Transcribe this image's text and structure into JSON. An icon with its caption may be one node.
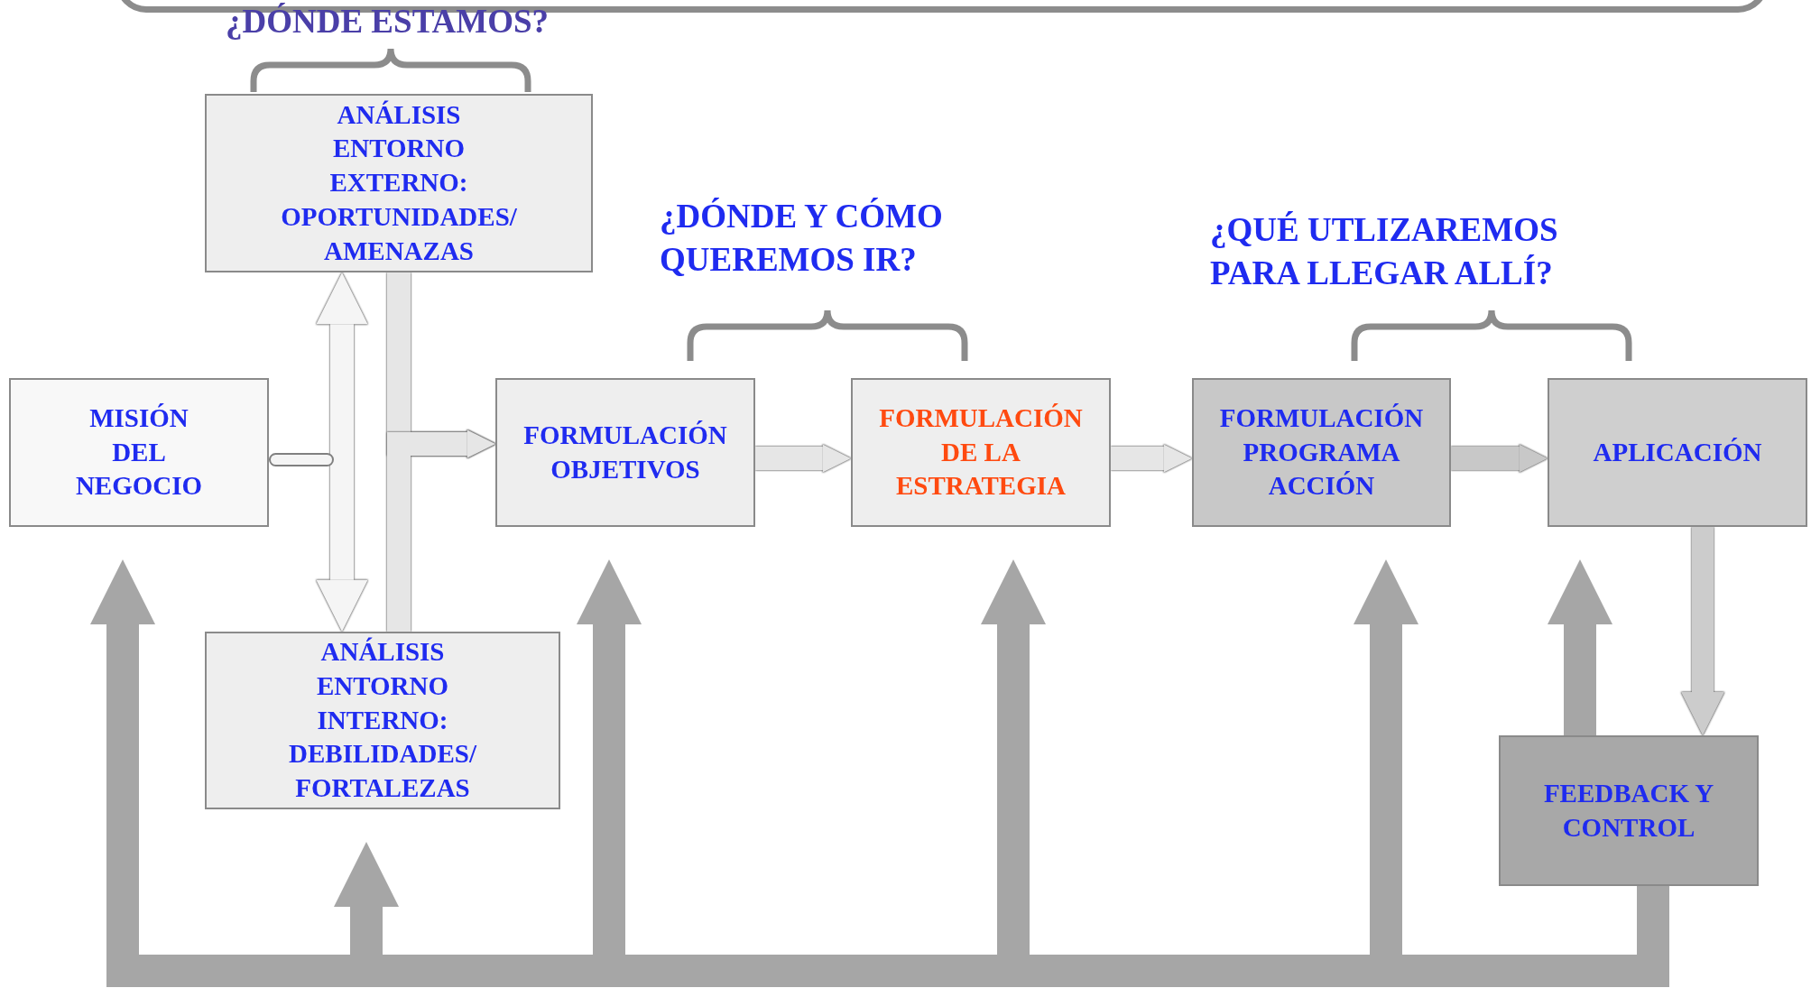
{
  "diagram": {
    "nodes": [
      {
        "text": [
          "MISIÓN DEL NEGOCIO"
        ]
      },
      {
        "text": [
          "ANÁLISIS ENTORNO EXTERNO: OPORTUNIDADES/ AMENAZAS"
        ]
      },
      {
        "text": [
          "ANÁLISIS ENTORNO INTERNO: DEBILIDADES/ FORTALEZAS"
        ]
      },
      {
        "text": [
          "FORMULACIÓN OBJETIVOS"
        ]
      },
      {
        "text": [
          "FORMULACIÓN DE LA ESTRATEGIA"
        ]
      },
      {
        "text": [
          "FORMULACIÓN PROGRAMA ACCIÓN"
        ]
      },
      {
        "text": [
          "APLICACIÓN"
        ]
      },
      {
        "text": [
          "FEEDBACK Y CONTROL"
        ]
      },
      {
        "text": [],
        "shape": "bar"
      }
    ],
    "edges": [
      {
        "from": 1,
        "to": 2,
        "arrow": "both",
        "color": "#f5f5f5"
      },
      {
        "from": 1,
        "to": 3,
        "arrow": "to",
        "color": "#e6e6e6"
      },
      {
        "from": 2,
        "to": 3,
        "arrow": "to",
        "color": "#e6e6e6"
      },
      {
        "from": 3,
        "to": 4,
        "arrow": "to",
        "color": "#e6e6e6"
      },
      {
        "from": 4,
        "to": 5,
        "arrow": "to",
        "color": "#e6e6e6"
      },
      {
        "from": 5,
        "to": 6,
        "arrow": "to",
        "color": "#c8c8c8"
      },
      {
        "from": 6,
        "to": 7,
        "arrow": "to",
        "color": "#cccccc"
      },
      {
        "from": 7,
        "to": 6,
        "arrow": "to"
      },
      {
        "from": 7,
        "to": 0,
        "arrow": "to"
      },
      {
        "from": 7,
        "to": 2,
        "arrow": "to"
      },
      {
        "from": 7,
        "to": 3,
        "arrow": "to"
      },
      {
        "from": 7,
        "to": 4,
        "arrow": "to"
      },
      {
        "from": 7,
        "to": 5,
        "arrow": "to"
      }
    ],
    "labels": [
      "¿DÓNDE ESTAMOS?",
      "¿DÓNDE Y CÓMO QUEREMOS IR?",
      "¿QUÉ UTLIZAREMOS PARA LLEGAR ALLÍ?"
    ]
  }
}
